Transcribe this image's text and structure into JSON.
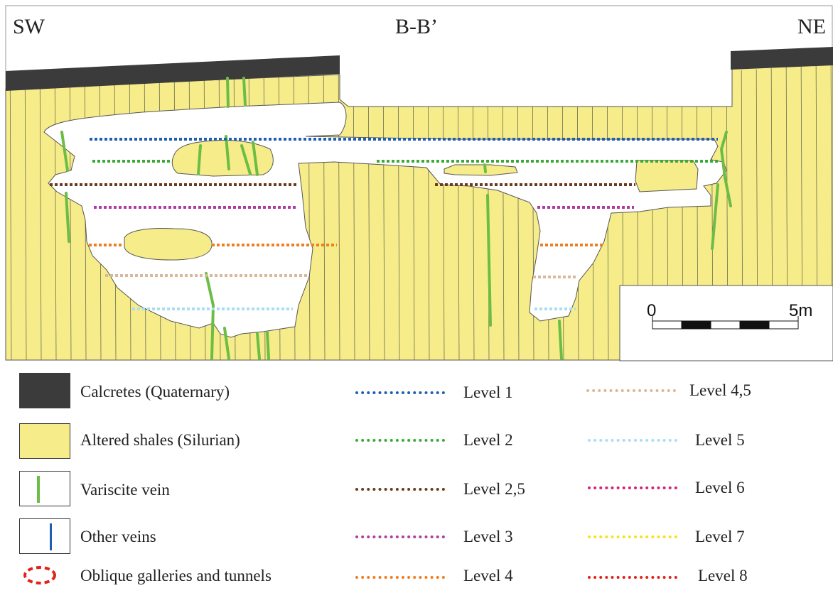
{
  "section": {
    "title": "B-B’",
    "left_label": "SW",
    "right_label": "NE"
  },
  "scale_bar": {
    "start_label": "0",
    "end_label": "5m"
  },
  "colors": {
    "calcrete": "#3b3b3b",
    "shale": "#f7ec8a",
    "variscite": "#6cbd45",
    "other_vein": "#1f5fb0",
    "gallery_outline": "#e2231a"
  },
  "legend_units": [
    {
      "label": "Calcretes (Quaternary)",
      "icon": "calcrete-swatch"
    },
    {
      "label": "Altered shales (Silurian)",
      "icon": "shale-swatch"
    },
    {
      "label": "Variscite vein",
      "icon": "green-vein-icon"
    },
    {
      "label": "Other veins",
      "icon": "blue-vein-icon"
    },
    {
      "label": "Oblique galleries and tunnels",
      "icon": "dashed-ellipse-icon"
    }
  ],
  "levels": [
    {
      "label": "Level  1",
      "color": "#1f5fb0"
    },
    {
      "label": "Level  2",
      "color": "#3aaa35"
    },
    {
      "label": "Level  2,5",
      "color": "#6b3a1e"
    },
    {
      "label": "Level  3",
      "color": "#b23ba0"
    },
    {
      "label": "Level  4",
      "color": "#f07d1e"
    },
    {
      "label": "Level 4,5",
      "color": "#d9b99b"
    },
    {
      "label": "Level  5",
      "color": "#a9def2"
    },
    {
      "label": "Level  6",
      "color": "#d6207a"
    },
    {
      "label": "Level  7",
      "color": "#f5e21a"
    },
    {
      "label": "Level  8",
      "color": "#e2231a"
    }
  ]
}
